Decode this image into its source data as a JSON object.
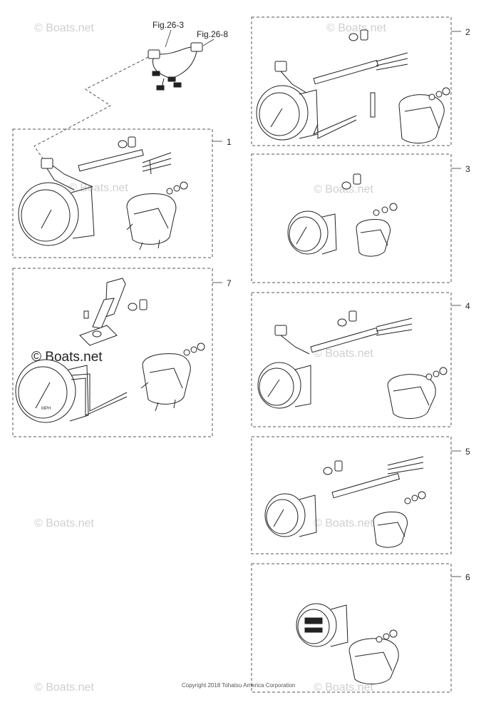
{
  "watermark": "© Boats.net",
  "copyright": "Copyright 2018 Tohatsu America Corporation",
  "figure_refs": [
    "Fig.26-3",
    "Fig.26-8"
  ],
  "callouts": [
    "1",
    "2",
    "3",
    "4",
    "5",
    "6",
    "7"
  ],
  "gauge_text": {
    "mph": "MPH"
  }
}
